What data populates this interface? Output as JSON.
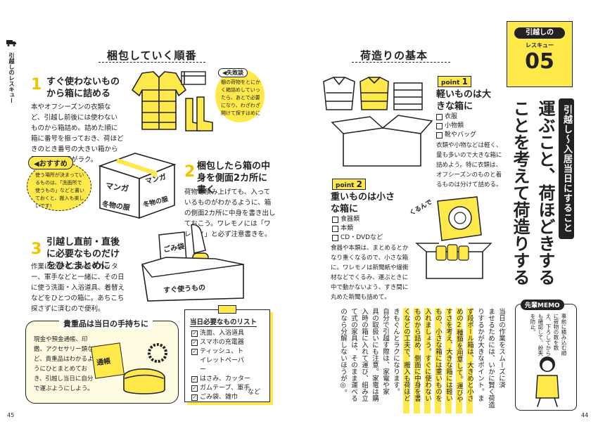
{
  "side_tab": "引越しのレスキュー",
  "left_page": {
    "heading": "梱包していく順番",
    "steps": [
      {
        "num": "1",
        "title": "すぐ使わないものから箱に詰める",
        "text": "本やオフシーズンの衣類など、引越し前後には使わないものから箱詰め。詰めた順に箱に番号を振っておき、荷ほどきのとき番号の大きい箱から開ければ整理がラク。"
      },
      {
        "num": "2",
        "title": "梱包したら箱の中身を側面2カ所に書く",
        "text": "荷物を積み上げても、入っているものがわかるように、箱の側面2カ所に中身を書き出しておこう。ワレモノには「ワレモノ」と必ず注意書きを。"
      },
      {
        "num": "3",
        "title": "引越し直前・直後に必要なものだけをひとまとめに",
        "text": "作業に必要なごみ袋やカッター、軍手などと一緒に、その日に使う洗面・入浴道具、着替えなどをひとつの箱に。あちこち探さずに済むので便利。"
      }
    ],
    "failure": {
      "label": "失敗談",
      "text": "棚の荷物をとにかく箱詰めしていったら、あとで必要になり、わざわざ開けて探すはめに"
    },
    "recommend": {
      "label": "おすすめ",
      "text": "使う場所が決まっているものは、「洗面所で使うもの」などと書いておくと、搬入も楽しいです!"
    },
    "box_labels": [
      "マンガ",
      "冬物の服",
      "マンガ",
      "冬物の服"
    ],
    "bag_label": "ごみ袋",
    "box3_label": "すぐ使うもの",
    "valuables": {
      "title": "貴重品は当日の手持ちに",
      "text": "現金や預金通帳、印鑑、アクセサリー類など、貴重品はわかるようにひとまとめておき、引越し当日に自分で運ぶようにしよう。",
      "item_label": "通帳"
    },
    "day_list": {
      "title": "当日必要なものリスト",
      "items": [
        "洗面、入浴道具",
        "スマホの充電器",
        "ティッシュ、トイレットペーパー",
        "はさみ、カッター",
        "ガムテープ、軍手",
        "ごみ袋、雑巾"
      ],
      "tail": "など"
    },
    "page_num": "45"
  },
  "right_page": {
    "heading": "荷造りの基本",
    "point1": {
      "label": "point",
      "num": "1",
      "title": "軽いものは大きな箱に",
      "items": [
        "衣服",
        "小物類",
        "靴やバッグ"
      ],
      "text": "衣類や小物などは軽く、量も多いので大きな箱に詰めよう。特に衣類は、オフシーズンのものと着るものは分けて詰める。"
    },
    "point2": {
      "label": "point",
      "num": "2",
      "title": "重いものは小さな箱に",
      "items": [
        "食器類",
        "本類",
        "CD・DVDなど"
      ],
      "text": "食器や本類は、まとめるとかなり重くなるので、小さな箱に。ワレモノは新聞紙や緩衝材などでくるみ、運ぶときに中で動かないよう、すき間に丸めた新聞も詰めて。"
    },
    "kurunde": "くるんで",
    "rescue": {
      "top": "引越しの",
      "mid": "レスキュー",
      "num": "05"
    },
    "vertical_lead": "引越し〜入居当日にすること",
    "title_col1": "運ぶこと、荷ほどきする",
    "title_col2": "ことを考えて荷造りする",
    "body_cols": [
      "当日の作業をスムーズに済",
      "ませるためには、いかに賢く荷造",
      "りするかが大きなポイント。ま",
      "ず段ボール箱は、大きめと小さ",
      "めの2種類を用意して。運びや",
      "すさを考え、大きな箱には軽い",
      "もの、小さな箱には重いものを",
      "入れましょう。すぐに使わない",
      "ものから詰め、側面に中身を書",
      "くなどの工夫で、搬入も荷ほど",
      "きもぐんとラクになります。",
      "自分で引越す際は、家電や家",
      "具の取扱いにも注意。家電は購",
      "入時の箱に入れて運び、組み立",
      "て式の家具は、そのまま運べる",
      "のなら分解しないほうが◎。"
    ],
    "memo": {
      "title": "先輩MEMO",
      "text": "事前に積み込む順に荷物の数を数え、下ろしてからも確認して、紛失を防止。"
    },
    "page_num": "44"
  }
}
